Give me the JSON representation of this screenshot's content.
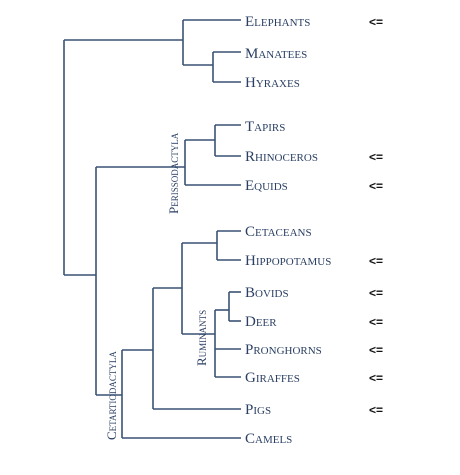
{
  "colors": {
    "line": "#3a5274",
    "text": "#2a3f63",
    "marker": "#111111"
  },
  "taxa": [
    {
      "id": "elephants",
      "label": "Elephants",
      "marker": "<="
    },
    {
      "id": "manatees",
      "label": "Manatees",
      "marker": ""
    },
    {
      "id": "hyraxes",
      "label": "Hyraxes",
      "marker": ""
    },
    {
      "id": "tapirs",
      "label": "Tapirs",
      "marker": ""
    },
    {
      "id": "rhinoceros",
      "label": "Rhinoceros",
      "marker": "<="
    },
    {
      "id": "equids",
      "label": "Equids",
      "marker": "<="
    },
    {
      "id": "cetaceans",
      "label": "Cetaceans",
      "marker": ""
    },
    {
      "id": "hippopotamus",
      "label": "Hippopotamus",
      "marker": "<="
    },
    {
      "id": "bovids",
      "label": "Bovids",
      "marker": "<="
    },
    {
      "id": "deer",
      "label": "Deer",
      "marker": "<="
    },
    {
      "id": "pronghorns",
      "label": "Pronghorns",
      "marker": "<="
    },
    {
      "id": "giraffes",
      "label": "Giraffes",
      "marker": "<="
    },
    {
      "id": "pigs",
      "label": "Pigs",
      "marker": "<="
    },
    {
      "id": "camels",
      "label": "Camels",
      "marker": ""
    }
  ],
  "clades": {
    "perissodactyla": "Perissodactyla",
    "ruminants": "Ruminants",
    "cetartiodactyla": "Cetartiodactyla"
  }
}
